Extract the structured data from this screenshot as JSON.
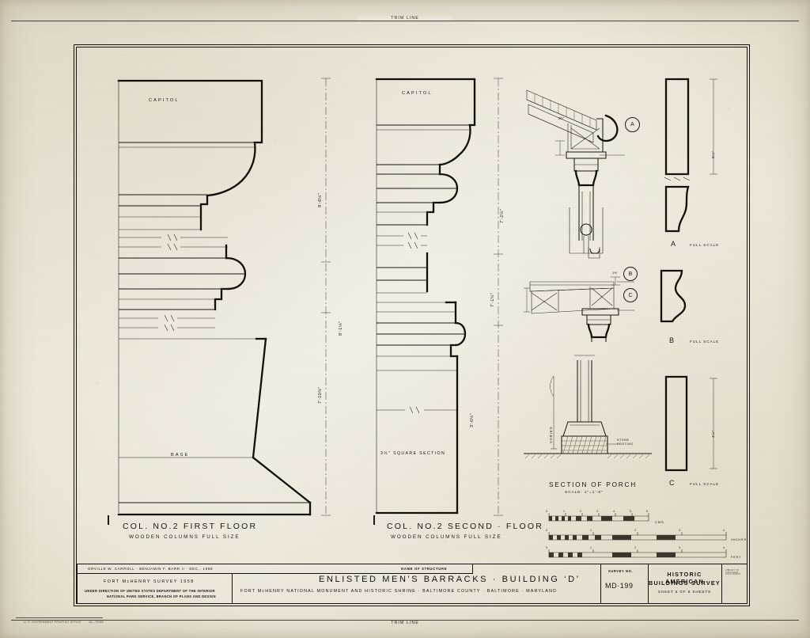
{
  "sheet": {
    "trim_line_top": "TRIM LINE",
    "trim_line_bottom": "TRIM LINE",
    "footer_credit": "U. S. GOVERNMENT PRINTING OFFICE",
    "footer_code": "16—70286"
  },
  "drawings": {
    "column_first_floor": {
      "capitol_label": "CAPITOL",
      "base_label": "BASE",
      "title": "COL. NO.2   FIRST FLOOR",
      "subtitle": "WOODEN  COLUMNS   FULL SIZE",
      "dim_upper": "8'-6½\"",
      "dim_mid": "8'-1⅛\"",
      "dim_lower": "7'-10½\""
    },
    "column_second_floor": {
      "capitol_label": "CAPITOL",
      "section_note": "3½\" SQUARE SECTION",
      "title": "COL. NO.2  SECOND · FLOOR",
      "subtitle": "WOODEN  COLUMNS   FULL SIZE",
      "dim_upper": "7'-2½\"",
      "dim_mid": "7'-1¼\"",
      "dim_lower": "3'-0½\""
    },
    "porch_section": {
      "title": "SECTION OF PORCH",
      "scale": "SCALE:  1\"=1'-0\"",
      "varies_label": "VARIES",
      "stone_footing_label": "STONE\nFOOTING",
      "dim_a": "2½\"",
      "dim_b": "1½\"",
      "dim_c": "¾\"",
      "callout_a": "A",
      "callout_b": "B",
      "callout_c": "C"
    },
    "details": [
      {
        "letter": "A",
        "scale_note": "FULL SCALE",
        "dim": "5¼\""
      },
      {
        "letter": "B",
        "scale_note": "FULL SCALE",
        "dim": ""
      },
      {
        "letter": "C",
        "scale_note": "FULL SCALE",
        "dim": "4¼\""
      }
    ],
    "scale_bars": [
      {
        "unit_label": "CMS.",
        "ticks": [
          "0",
          "1",
          "2",
          "3",
          "4",
          "5",
          "6"
        ]
      },
      {
        "unit_label": "INCHES",
        "ticks": [
          "0",
          "1",
          "2",
          "3",
          "4"
        ]
      },
      {
        "unit_label": "FEET",
        "ticks": [
          "0",
          "1",
          "2",
          "3",
          "4"
        ]
      }
    ]
  },
  "title_block": {
    "delineators": "ORVILLE W. CARROLL · BENJAMIN F. BARR II · DEC., 1958",
    "survey_name": "FORT McHENRY  SURVEY   1958",
    "agency_line1": "UNDER DIRECTION OF UNITED STATES DEPARTMENT OF THE INTERIOR",
    "agency_line2": "NATIONAL PARK SERVICE, BRANCH OF PLANS AND DESIGN",
    "name_of_structure_label": "NAME OF STRUCTURE",
    "structure_name": "ENLISTED   MEN'S  BARRACKS · BUILDING  ‘D’",
    "location": "FORT  McHENRY  NATIONAL  MONUMENT  AND  HISTORIC  SHRINE ·   BALTIMORE   COUNTY ·   BALTIMORE · MARYLAND",
    "survey_no_label": "SURVEY NO.",
    "survey_no": "MD·199",
    "habs_line1": "HISTORIC AMERICAN",
    "habs_line2": "BUILDINGS SURVEY",
    "habs_sheet": "SHEET  6  OF  8  SHEETS",
    "loc_stamp_line1": "LIBRARY OF CONGRESS",
    "loc_stamp_line2": "GOLD MARKS"
  }
}
